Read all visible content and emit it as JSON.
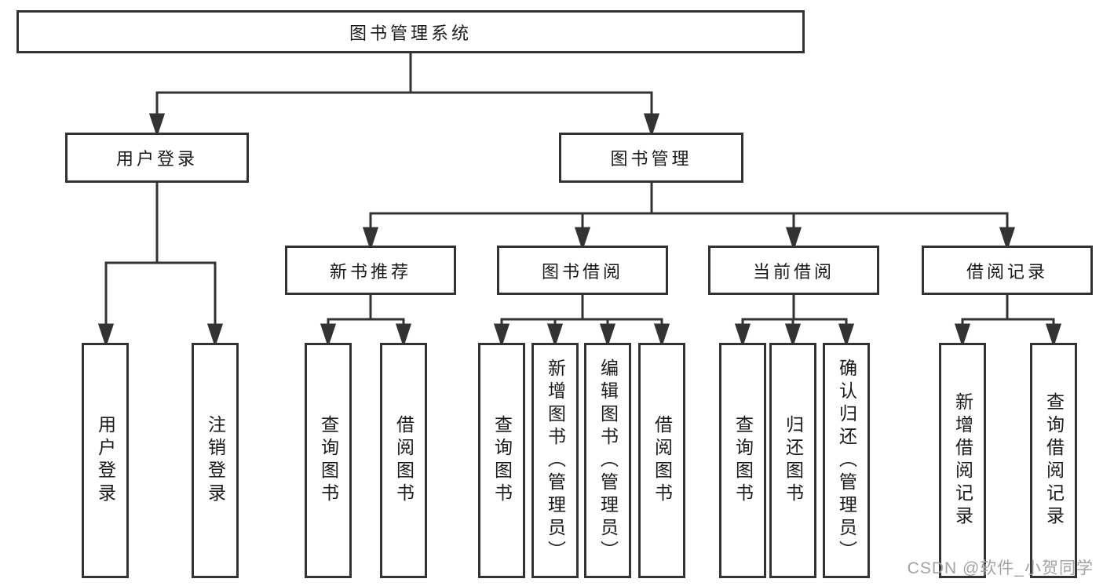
{
  "diagram": {
    "root": "图书管理系统",
    "branches": [
      {
        "label": "用户登录",
        "leaves": [
          "用户登录",
          "注销登录"
        ]
      },
      {
        "label": "图书管理",
        "groups": [
          {
            "label": "新书推荐",
            "leaves": [
              "查询图书",
              "借阅图书"
            ]
          },
          {
            "label": "图书借阅",
            "leaves": [
              "查询图书",
              "新增图书（管理员）",
              "编辑图书（管理员）",
              "借阅图书"
            ]
          },
          {
            "label": "当前借阅",
            "leaves": [
              "查询图书",
              "归还图书",
              "确认归还（管理员）"
            ]
          },
          {
            "label": "借阅记录",
            "leaves": [
              "新增借阅记录",
              "查询借阅记录"
            ]
          }
        ]
      }
    ]
  },
  "watermark": "CSDN @软件_小贺同学",
  "colors": {
    "line": "#333333",
    "text": "#1a1a1a",
    "watermark": "#a3a3a3",
    "background": "#ffffff"
  }
}
